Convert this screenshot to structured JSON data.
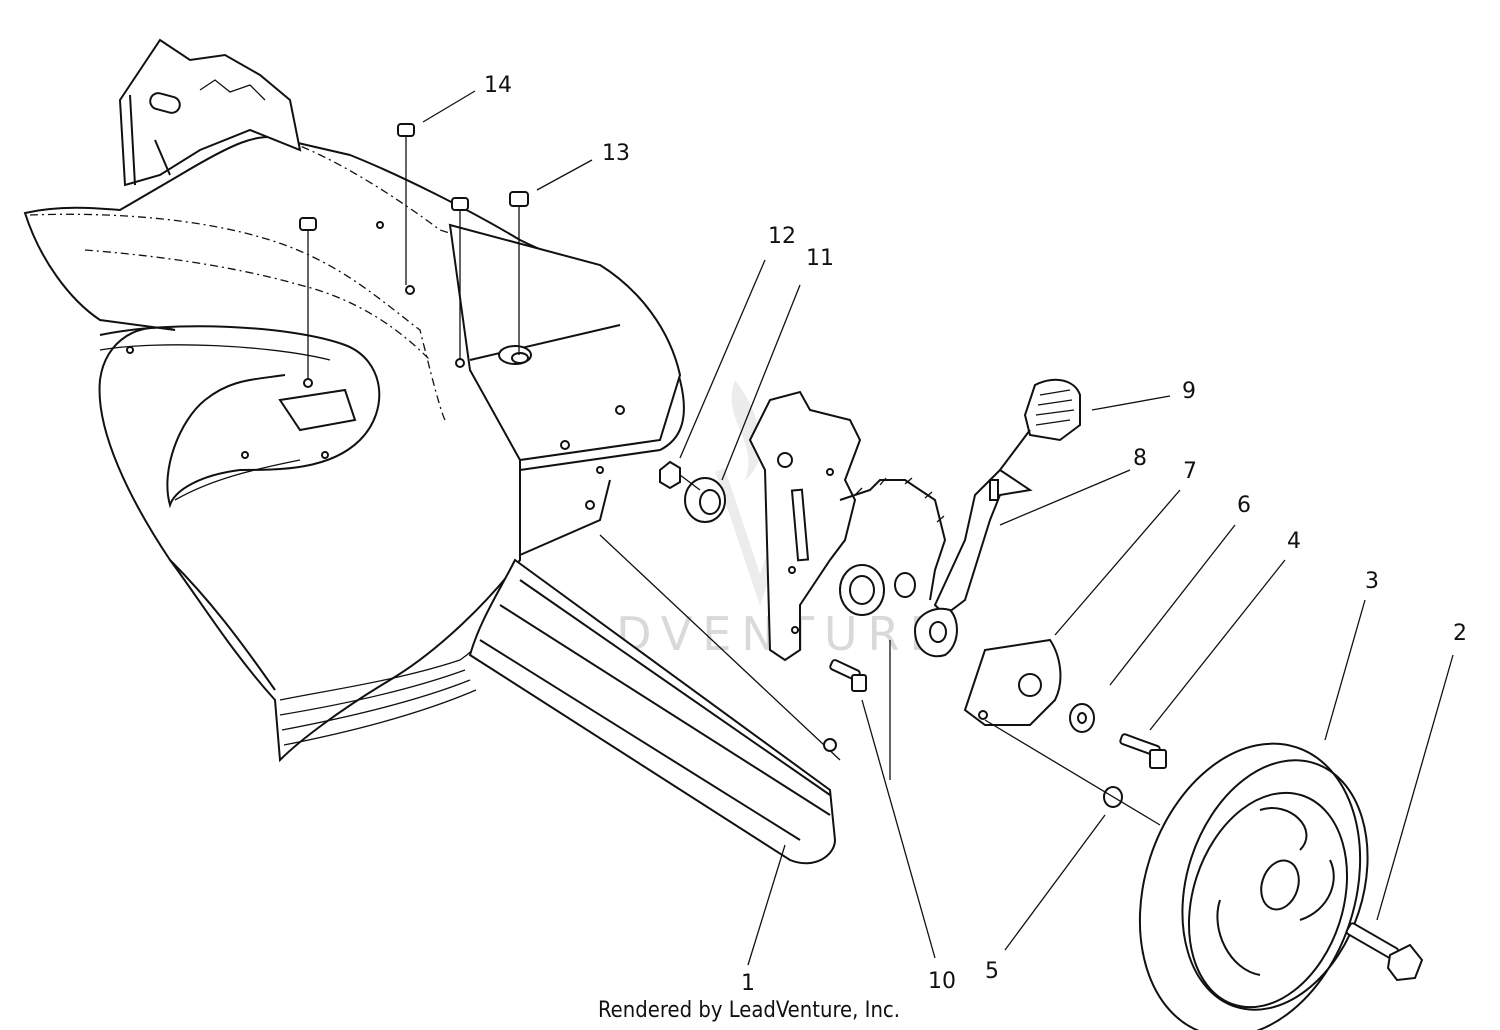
{
  "diagram": {
    "callouts": [
      {
        "id": "1",
        "text": "1"
      },
      {
        "id": "2",
        "text": "2"
      },
      {
        "id": "3",
        "text": "3"
      },
      {
        "id": "4",
        "text": "4"
      },
      {
        "id": "5",
        "text": "5"
      },
      {
        "id": "6",
        "text": "6"
      },
      {
        "id": "7",
        "text": "7"
      },
      {
        "id": "8",
        "text": "8"
      },
      {
        "id": "9",
        "text": "9"
      },
      {
        "id": "10",
        "text": "10"
      },
      {
        "id": "11",
        "text": "11"
      },
      {
        "id": "12",
        "text": "12"
      },
      {
        "id": "13",
        "text": "13"
      },
      {
        "id": "14",
        "text": "14"
      }
    ],
    "watermark": "LEADVENTURE",
    "credit": "Rendered by LeadVenture, Inc."
  }
}
